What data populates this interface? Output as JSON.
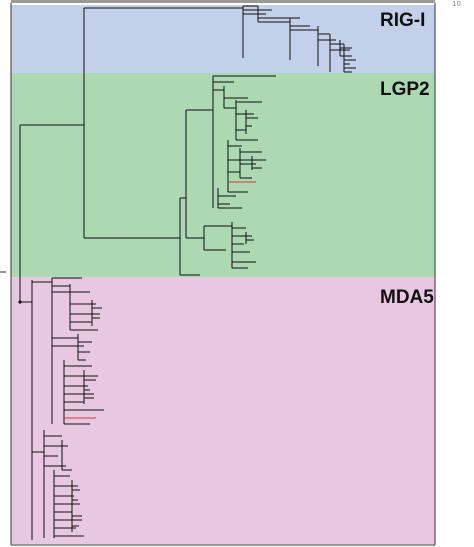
{
  "figure": {
    "corner_mark": "10",
    "groups": [
      {
        "id": "rig-i",
        "label": "RIG-I",
        "color": "#c3d0ea"
      },
      {
        "id": "lgp2",
        "label": "LGP2",
        "color": "#acd8b2"
      },
      {
        "id": "mda5",
        "label": "MDA5",
        "color": "#e8c8e0"
      }
    ],
    "colors": {
      "branch": "#111111",
      "highlight_branch": "#d03a3a",
      "frame": "#333333",
      "top_strip": "#9a9a9a"
    }
  }
}
